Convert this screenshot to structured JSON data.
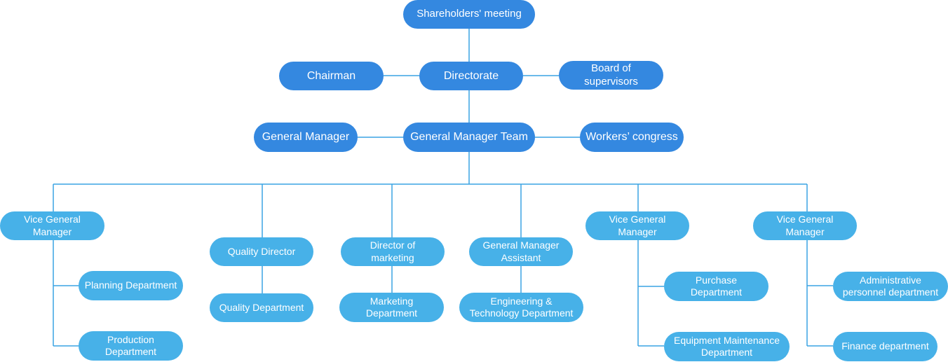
{
  "colors": {
    "top_node": "#3488e0",
    "dept_node": "#47b1e8",
    "connector": "#3aa3e3"
  },
  "nodes": {
    "shareholders": "Shareholders' meeting",
    "chairman": "Chairman",
    "directorate": "Directorate",
    "supervisors": "Board of supervisors",
    "general_manager": "General Manager",
    "gm_team": "General Manager Team",
    "workers_congress": "Workers’ congress",
    "vgm1": "Vice General Manager",
    "planning": "Planning Department",
    "production": "Production\nDepartment",
    "quality_director": "Quality Director",
    "quality_dept": "Quality Department",
    "director_marketing": "Director of\nmarketing",
    "marketing_dept": "Marketing\nDepartment",
    "gm_assistant": "General Manager\nAssistant",
    "engineering": "Engineering &\nTechnology Department",
    "vgm2": "Vice General Manager",
    "purchase": "Purchase\nDepartment",
    "equipment": "Equipment Maintenance\nDepartment",
    "vgm3": "Vice General Manager",
    "admin": "Administrative\npersonnel department",
    "finance": "Finance department"
  }
}
